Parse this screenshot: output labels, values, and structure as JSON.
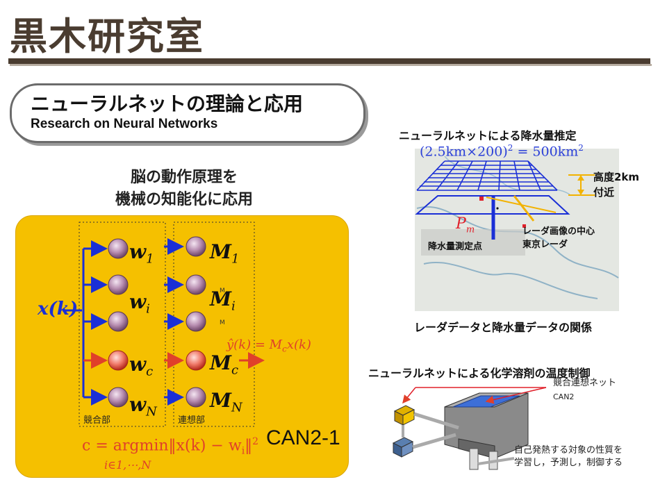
{
  "header": {
    "title": "黒木研究室"
  },
  "topic": {
    "title": "ニューラルネットの理論と応用",
    "subtitle": "Research on Neural Networks"
  },
  "brain_caption": {
    "line1": "脳の動作原理を",
    "line2": "機械の知能化に応用"
  },
  "network": {
    "input": "x(k)",
    "weights": [
      "w",
      "w",
      "w",
      "w"
    ],
    "weight_subs": [
      "1",
      "i",
      "c",
      "N"
    ],
    "memories": [
      "M",
      "M",
      "M",
      "M"
    ],
    "memory_subs": [
      "1",
      "i",
      "c",
      "N"
    ],
    "small_m": [
      "M",
      "M"
    ],
    "output_eq": "ŷ(k) = M",
    "output_eq_tail": "x(k)",
    "output_eq_sub": "c",
    "competitive_label": "競合部",
    "associative_label": "連想部",
    "argmin_eq": "c = argmin‖x(k) − w",
    "argmin_sub": "i",
    "argmin_tail": "‖",
    "argmin_pow": "2",
    "argmin_range": "i∈1,⋯,N",
    "system_label": "CAN2-1",
    "colors": {
      "panel": "#f5c000",
      "winner": "#e0402a",
      "arrow": "#1a2fd6"
    }
  },
  "rain": {
    "title": "ニューラルネットによる降水量推定",
    "area_eq": "(2.5km×200)",
    "area_pow": "2",
    "area_rhs": "= 500km",
    "area_rhs_pow": "2",
    "altitude": [
      "高度2km",
      "付近"
    ],
    "pm": "P",
    "pm_sub": "m",
    "measure_point": "降水量測定点",
    "radar_center": [
      "レーダ画像の中心",
      "東京レーダ"
    ],
    "caption": "レーダデータと降水量データの関係"
  },
  "chem": {
    "title": "ニューラルネットによる化学溶剤の温度制御",
    "net_label": [
      "競合連想ネット",
      "CAN2"
    ],
    "desc": [
      "自己発熱する対象の性質を",
      "学習し，予測し，制御する"
    ]
  }
}
